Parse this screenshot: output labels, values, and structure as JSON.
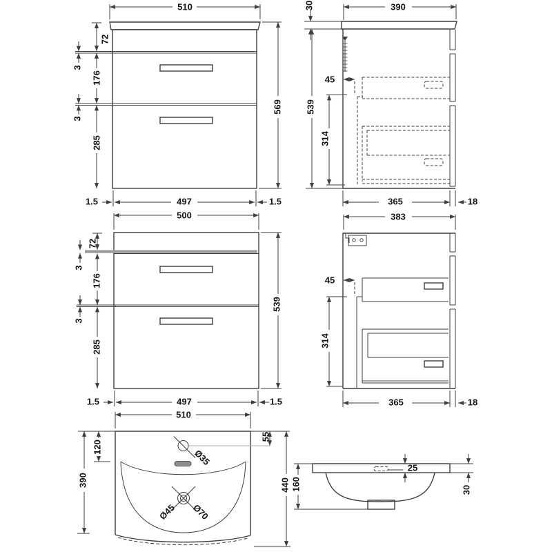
{
  "drawing": {
    "views": {
      "front_basin": {
        "w": "510",
        "h72": "72",
        "g3a": "3",
        "d176": "176",
        "g3b": "3",
        "d285": "285",
        "h569": "569",
        "b15l": "1.5",
        "b497": "497",
        "b15r": "1.5"
      },
      "side_basin": {
        "t30": "30",
        "w390": "390",
        "h539": "539",
        "g45": "45",
        "d314": "314",
        "b365": "365",
        "b18": "18"
      },
      "front_cab": {
        "w500": "500",
        "h72": "72",
        "g3a": "3",
        "d176": "176",
        "g3b": "3",
        "d285": "285",
        "h539": "539",
        "b15l": "1.5",
        "b497": "497",
        "b15r": "1.5"
      },
      "side_cab": {
        "w383": "383",
        "g45": "45",
        "d314": "314",
        "b365": "365",
        "b18": "18"
      },
      "plan": {
        "w510": "510",
        "t120": "120",
        "d390": "390",
        "t55": "55",
        "d440": "440",
        "tap35": "Ø35",
        "w45": "Ø45",
        "w70": "Ø70"
      },
      "section": {
        "t25": "25",
        "h160": "160",
        "t30": "30"
      }
    }
  }
}
